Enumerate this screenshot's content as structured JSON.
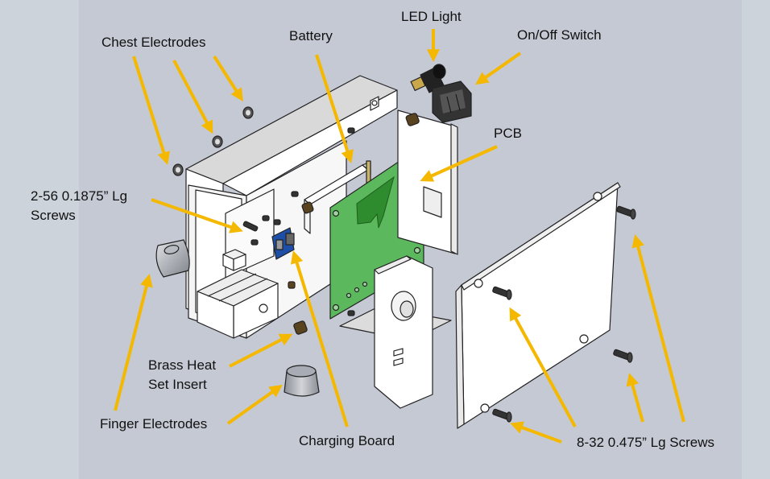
{
  "diagram": {
    "title": "Exploded assembly view of handheld ECG device",
    "accent_color": "#F5B800",
    "background_color": "#C5C9D4",
    "labels": {
      "chest_electrodes": "Chest Electrodes",
      "battery": "Battery",
      "led_light": "LED Light",
      "on_off_switch": "On/Off Switch",
      "pcb": "PCB",
      "screws_2_56_line1": "2-56 0.1875” Lg",
      "screws_2_56_line2": "Screws",
      "brass_insert_line1": "Brass Heat",
      "brass_insert_line2": "Set Insert",
      "finger_electrodes": "Finger Electrodes",
      "charging_board": "Charging Board",
      "screws_8_32": "8-32 0.475” Lg Screws"
    },
    "parts": [
      "enclosure-body",
      "chest-electrode",
      "finger-electrode",
      "battery",
      "pcb",
      "charging-board",
      "led-light",
      "on-off-switch",
      "front-panel",
      "back-cover",
      "electrode-mount",
      "brass-heat-set-insert",
      "screw-2-56",
      "screw-8-32"
    ]
  }
}
